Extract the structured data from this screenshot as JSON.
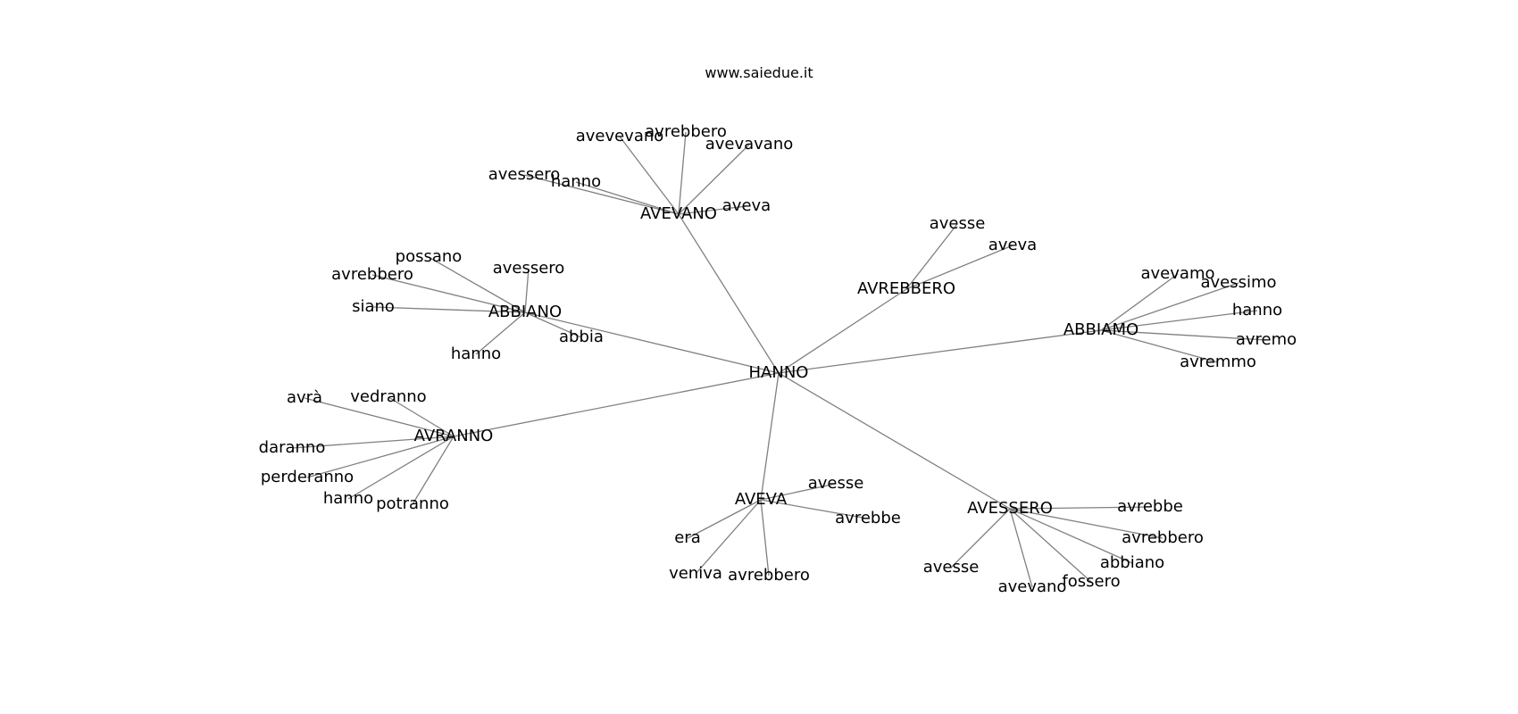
{
  "caption": "www.saiedue.it",
  "graph": {
    "root": "HANNO",
    "hubs": [
      {
        "id": "AVEVANO",
        "leaves": [
          "avevevano",
          "avrebbero",
          "avevavano",
          "avessero",
          "hanno",
          "aveva"
        ]
      },
      {
        "id": "AVREBBERO",
        "leaves": [
          "avesse",
          "aveva"
        ]
      },
      {
        "id": "ABBIAMO",
        "leaves": [
          "avevamo",
          "avessimo",
          "hanno",
          "avremo",
          "avremmo"
        ]
      },
      {
        "id": "ABBIANO",
        "leaves": [
          "possano",
          "avessero",
          "avrebbero",
          "siano",
          "hanno",
          "abbia"
        ]
      },
      {
        "id": "AVRANNO",
        "leaves": [
          "avrà",
          "vedranno",
          "daranno",
          "perderanno",
          "hanno",
          "potranno"
        ]
      },
      {
        "id": "AVEVA",
        "leaves": [
          "avesse",
          "avrebbe",
          "era",
          "veniva",
          "avrebbero"
        ]
      },
      {
        "id": "AVESSERO",
        "leaves": [
          "avrebbe",
          "avrebbero",
          "abbiano",
          "fossero",
          "avevano",
          "avesse"
        ]
      }
    ]
  },
  "colors": {
    "edge": "#808080",
    "text": "#000000",
    "background": "#ffffff"
  }
}
